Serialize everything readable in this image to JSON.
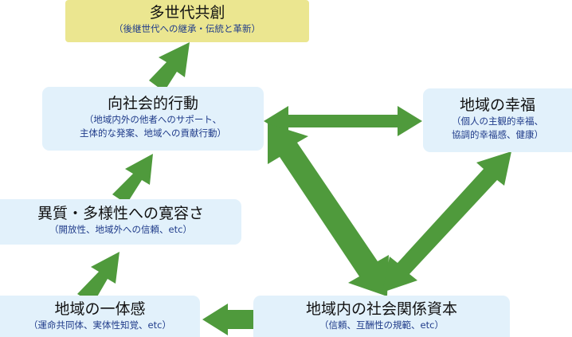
{
  "colors": {
    "arrow": "#4f9a3c",
    "box_blue": "#e2f1fb",
    "box_yellow": "#ebe690"
  },
  "boxes": {
    "co_creation": {
      "title": "多世代共創",
      "subtitle": "（後継世代への継承・伝統と革新）"
    },
    "prosocial": {
      "title": "向社会的行動",
      "subtitle_lines": [
        "（地域内外の他者へのサポート、",
        "主体的な発案、地域への貢献行動）"
      ]
    },
    "wellbeing": {
      "title": "地域の幸福",
      "subtitle_lines": [
        "（個人の主観的幸福、",
        "協調的幸福感、健康）"
      ]
    },
    "tolerance": {
      "title": "異質・多様性への寛容さ",
      "subtitle": "（開放性、地域外への信頼、etc）"
    },
    "unity": {
      "title": "地域の一体感",
      "subtitle": "（運命共同体、実体性知覚、etc）"
    },
    "social_capital": {
      "title": "地域内の社会関係資本",
      "subtitle": "（信頼、互酬性の規範、etc）"
    }
  }
}
